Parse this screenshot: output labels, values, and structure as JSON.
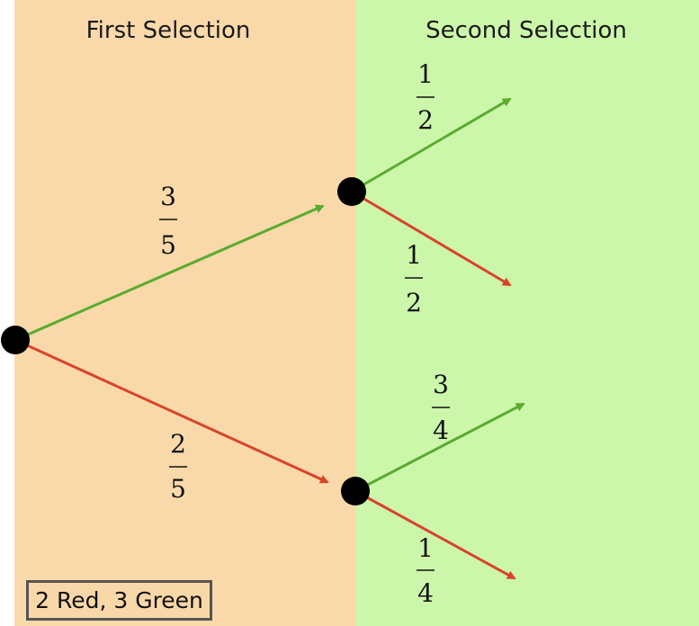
{
  "panels": {
    "first": {
      "label": "First Selection",
      "color": "#f9d9aa"
    },
    "second": {
      "label": "Second Selection",
      "color": "#ccf7aa"
    }
  },
  "colors": {
    "green": "#5aab2e",
    "red": "#d9432b",
    "node": "#000000"
  },
  "branches": {
    "first_green": {
      "num": "3",
      "den": "5"
    },
    "first_red": {
      "num": "2",
      "den": "5"
    },
    "upper_green": {
      "num": "1",
      "den": "2"
    },
    "upper_red": {
      "num": "1",
      "den": "2"
    },
    "lower_green": {
      "num": "3",
      "den": "4"
    },
    "lower_red": {
      "num": "1",
      "den": "4"
    }
  },
  "legend": {
    "text": "2 Red, 3 Green"
  }
}
